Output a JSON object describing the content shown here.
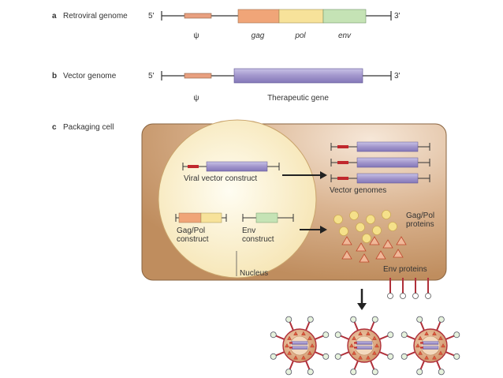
{
  "panels": {
    "a": {
      "letter": "a",
      "title": "Retroviral genome",
      "five": "5'",
      "three": "3'",
      "psi": "ψ",
      "gag": "gag",
      "pol": "pol",
      "env": "env"
    },
    "b": {
      "letter": "b",
      "title": "Vector genome",
      "five": "5'",
      "three": "3'",
      "psi": "ψ",
      "gene": "Therapeutic gene"
    },
    "c": {
      "letter": "c",
      "title": "Packaging cell",
      "viral_vector_construct": "Viral vector construct",
      "vector_genomes": "Vector genomes",
      "gagpol_construct_1": "Gag/Pol",
      "gagpol_construct_2": "construct",
      "env_construct_1": "Env",
      "env_construct_2": "construct",
      "gagpol_proteins_1": "Gag/Pol",
      "gagpol_proteins_2": "proteins",
      "nucleus": "Nucleus",
      "env_proteins": "Env proteins"
    }
  },
  "colors": {
    "psi": "#e8a080",
    "gag": "#f0a578",
    "pol": "#f7e29a",
    "env": "#c5e3b5",
    "gene": "#a89ed0",
    "red_marker": "#c0282d",
    "cell": "#c99a6e",
    "nucleus": "#fdf3d0",
    "dot": "#f5e08a",
    "triangle": "#f0b898",
    "stalk": "#b0303a"
  }
}
